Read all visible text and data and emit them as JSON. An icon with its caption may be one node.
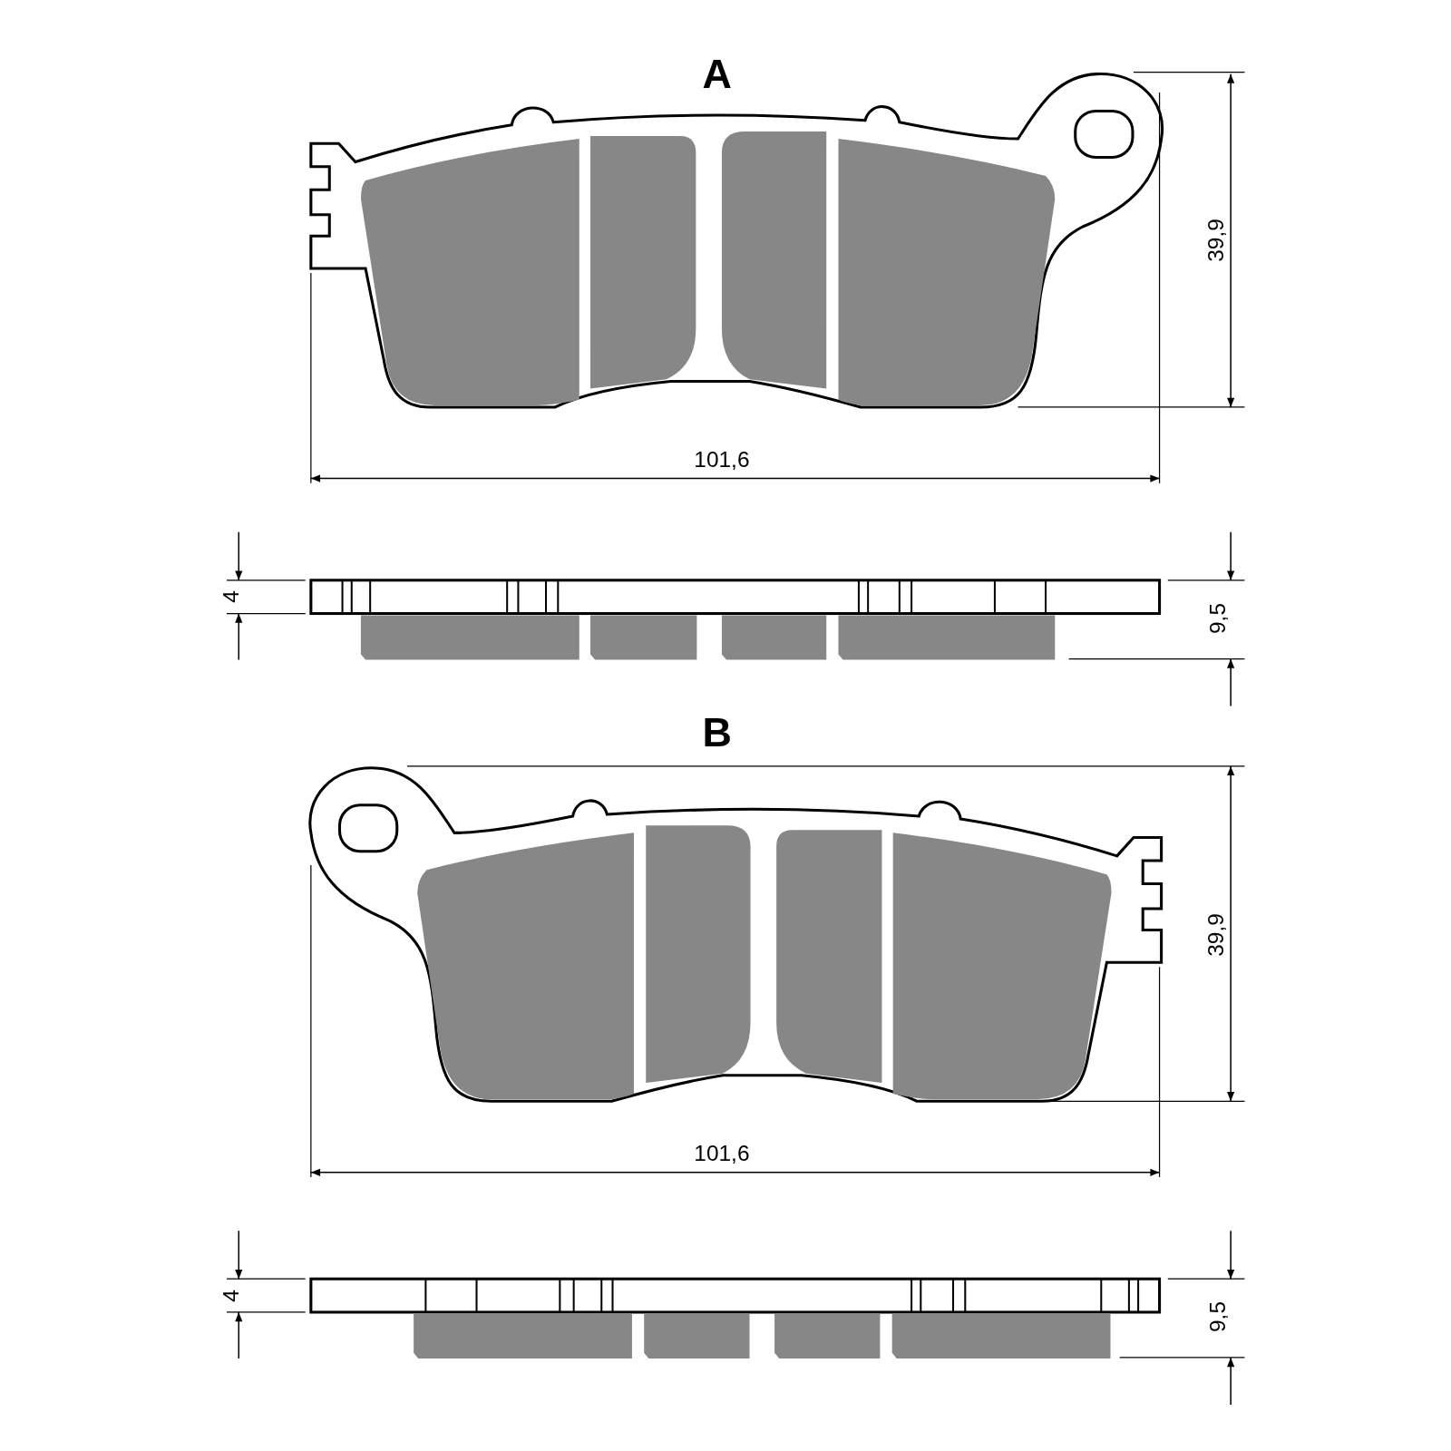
{
  "diagram": {
    "labels": [
      "A",
      "39,9",
      "101,6",
      "4",
      "9,5",
      "B",
      "39,9",
      "101,6",
      "4",
      "9,5"
    ]
  }
}
